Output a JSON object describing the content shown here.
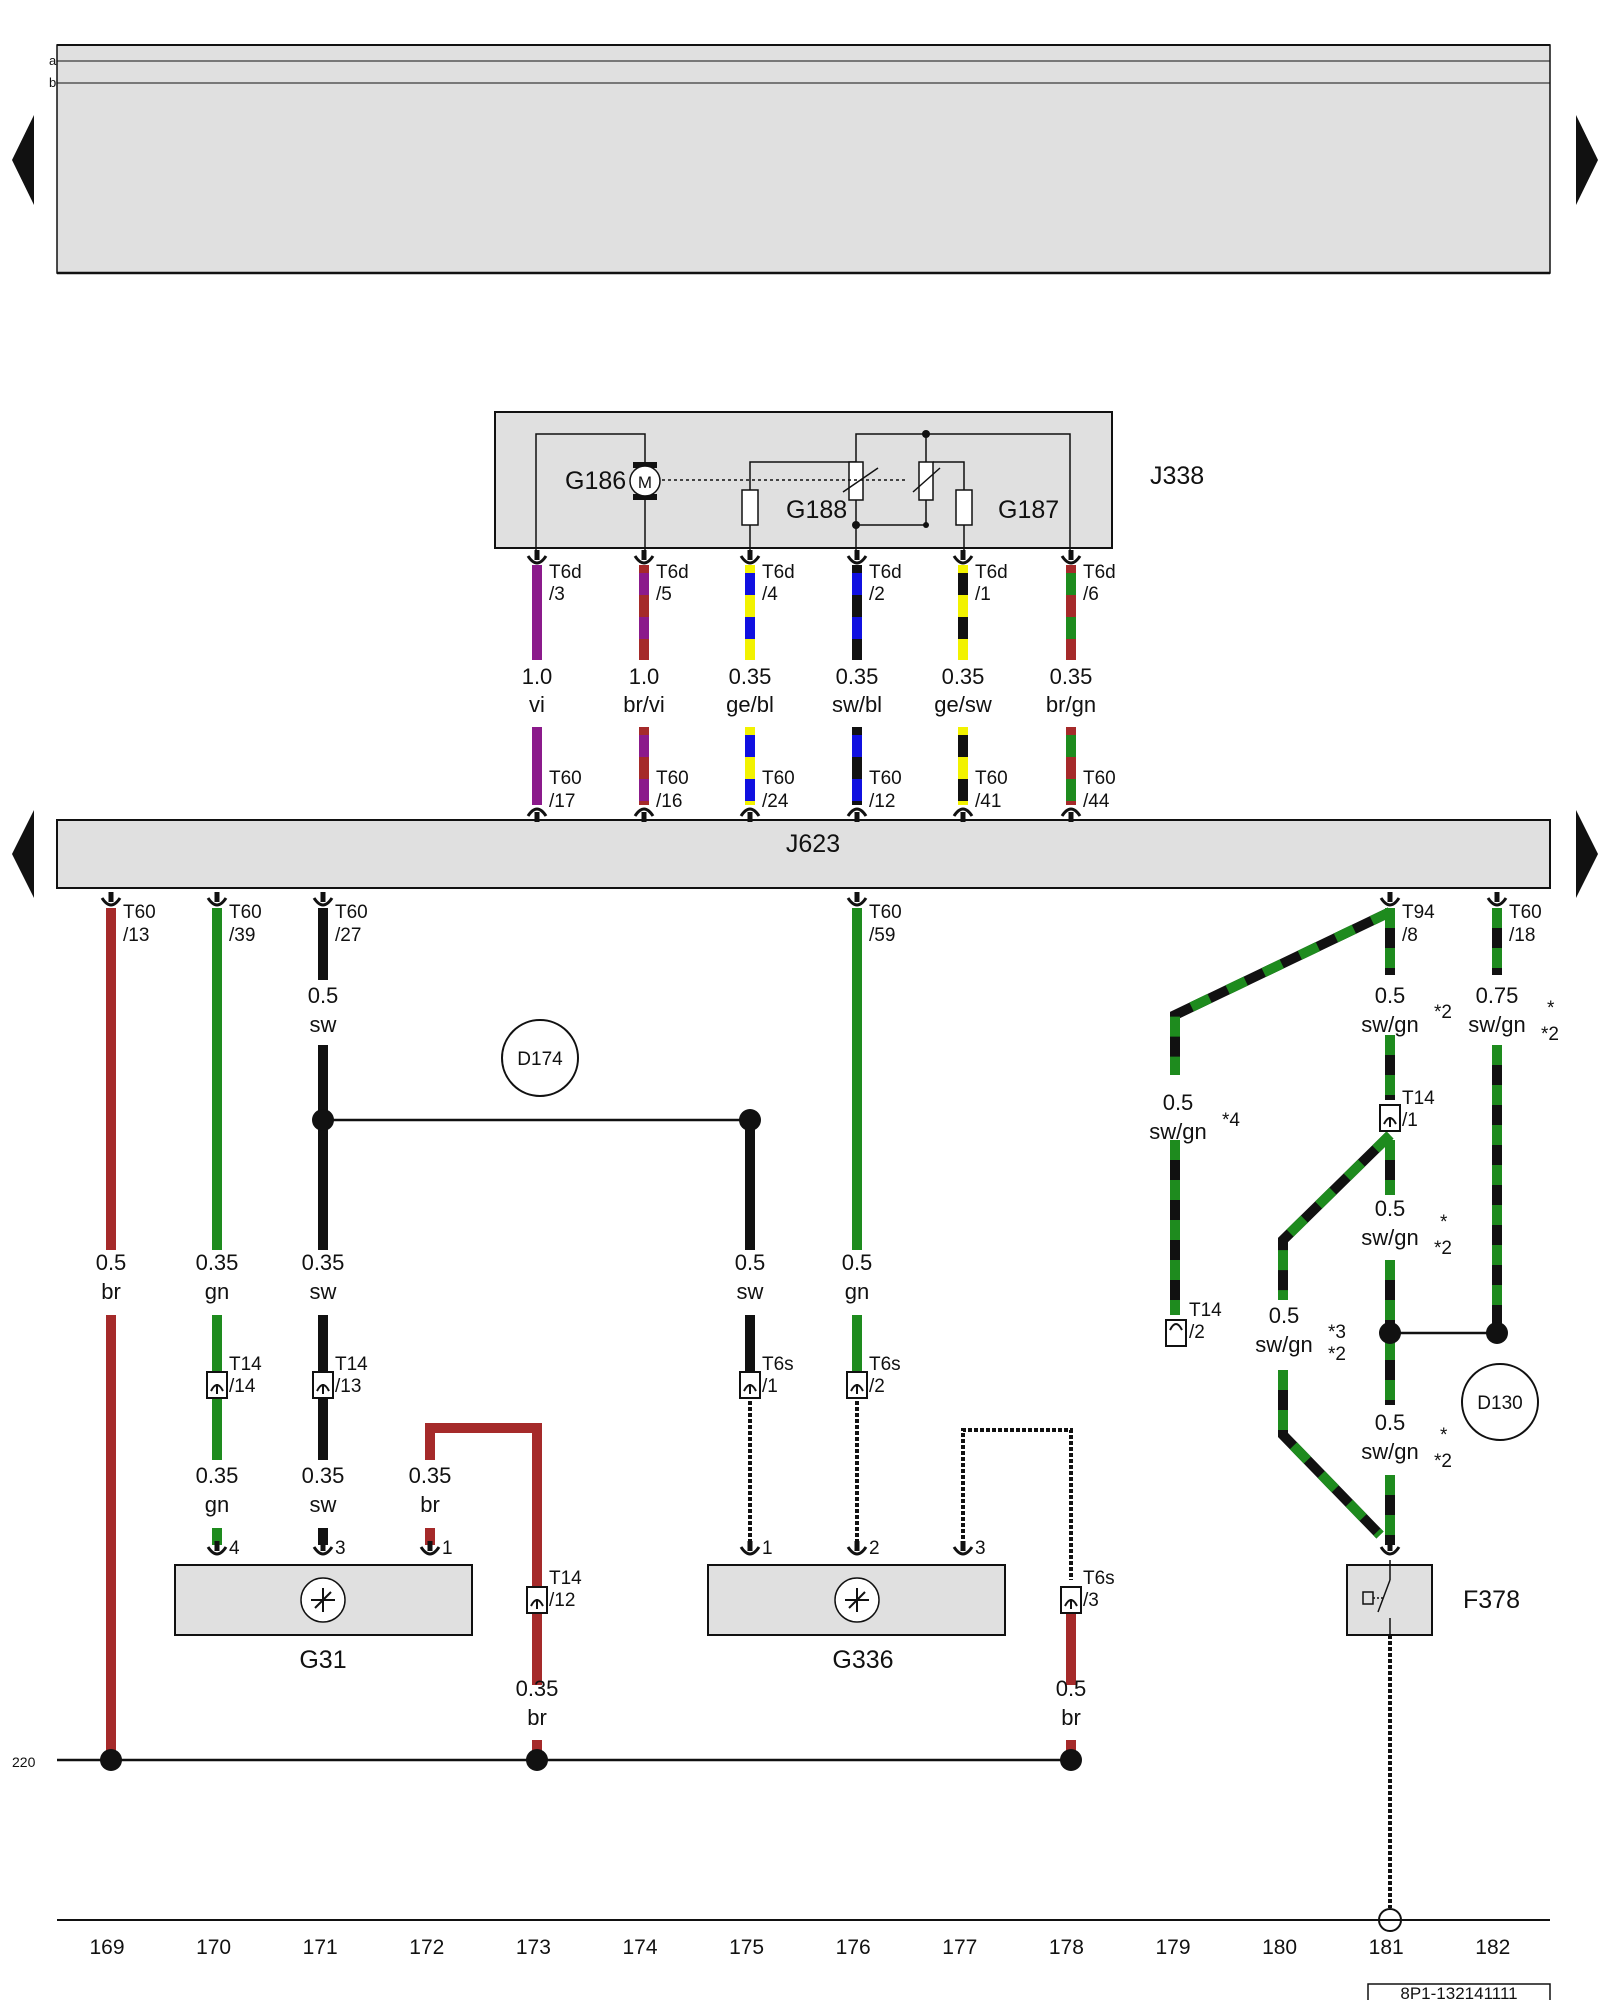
{
  "title_bar": {
    "line_a": "a",
    "line_b": "b"
  },
  "components": {
    "J338": "J338",
    "G186": "G186",
    "G188": "G188",
    "G187": "G187",
    "motor": "M",
    "J623": "J623",
    "G31": "G31",
    "G336": "G336",
    "F378": "F378"
  },
  "circles": {
    "D174": "D174",
    "D130": "D130"
  },
  "top_wires": [
    {
      "pin_a": "T6d",
      "pin_b": "/3",
      "gauge": "1.0",
      "color": "vi",
      "t_a": "T60",
      "t_b": "/17"
    },
    {
      "pin_a": "T6d",
      "pin_b": "/5",
      "gauge": "1.0",
      "color": "br/vi",
      "t_a": "T60",
      "t_b": "/16"
    },
    {
      "pin_a": "T6d",
      "pin_b": "/4",
      "gauge": "0.35",
      "color": "ge/bl",
      "t_a": "T60",
      "t_b": "/24"
    },
    {
      "pin_a": "T6d",
      "pin_b": "/2",
      "gauge": "0.35",
      "color": "sw/bl",
      "t_a": "T60",
      "t_b": "/12"
    },
    {
      "pin_a": "T6d",
      "pin_b": "/1",
      "gauge": "0.35",
      "color": "ge/sw",
      "t_a": "T60",
      "t_b": "/41"
    },
    {
      "pin_a": "T6d",
      "pin_b": "/6",
      "gauge": "0.35",
      "color": "br/gn",
      "t_a": "T60",
      "t_b": "/44"
    }
  ],
  "bottom_pins": {
    "p13": {
      "a": "T60",
      "b": "/13"
    },
    "p39": {
      "a": "T60",
      "b": "/39"
    },
    "p27": {
      "a": "T60",
      "b": "/27"
    },
    "p59": {
      "a": "T60",
      "b": "/59"
    },
    "p94": {
      "a": "T94",
      "b": "/8"
    },
    "p18": {
      "a": "T60",
      "b": "/18"
    }
  },
  "connectors": {
    "c14_14": {
      "a": "T14",
      "b": "/14"
    },
    "c14_13": {
      "a": "T14",
      "b": "/13"
    },
    "c14_12": {
      "a": "T14",
      "b": "/12"
    },
    "c6s_1": {
      "a": "T6s",
      "b": "/1"
    },
    "c6s_2": {
      "a": "T6s",
      "b": "/2"
    },
    "c6s_3": {
      "a": "T6s",
      "b": "/3"
    },
    "c14_1": {
      "a": "T14",
      "b": "/1"
    },
    "c14_2": {
      "a": "T14",
      "b": "/2"
    }
  },
  "wire_labels": {
    "w169": {
      "gauge": "0.5",
      "color": "br"
    },
    "w170": {
      "gauge": "0.35",
      "color": "gn"
    },
    "w170b": {
      "gauge": "0.35",
      "color": "gn"
    },
    "w171a": {
      "gauge": "0.5",
      "color": "sw"
    },
    "w171b": {
      "gauge": "0.35",
      "color": "sw"
    },
    "w171c": {
      "gauge": "0.35",
      "color": "sw"
    },
    "w172": {
      "gauge": "0.35",
      "color": "br"
    },
    "w173": {
      "gauge": "0.35",
      "color": "br"
    },
    "w175": {
      "gauge": "0.5",
      "color": "sw"
    },
    "w176": {
      "gauge": "0.5",
      "color": "gn"
    },
    "w178": {
      "gauge": "0.5",
      "color": "br"
    },
    "w179": {
      "gauge": "0.5",
      "color": "sw/gn",
      "note": "*4"
    },
    "w180": {
      "gauge": "0.5",
      "color": "sw/gn",
      "note1": "*3",
      "note2": "*2"
    },
    "w181a": {
      "gauge": "0.5",
      "color": "sw/gn",
      "note": "*2"
    },
    "w181b": {
      "gauge": "0.5",
      "color": "sw/gn",
      "note1": "*",
      "note2": "*2"
    },
    "w181c": {
      "gauge": "0.5",
      "color": "sw/gn",
      "note1": "*",
      "note2": "*2"
    },
    "w182": {
      "gauge": "0.75",
      "color": "sw/gn",
      "note1": "*",
      "note2": "*2"
    }
  },
  "comp_pins": {
    "g31_4": "4",
    "g31_3": "3",
    "g31_1": "1",
    "g336_1": "1",
    "g336_2": "2",
    "g336_3": "3"
  },
  "ground_ref": "220",
  "columns": [
    "169",
    "170",
    "171",
    "172",
    "173",
    "174",
    "175",
    "176",
    "177",
    "178",
    "179",
    "180",
    "181",
    "182"
  ],
  "footer_code": "8P1-132141111",
  "colors": {
    "vi": "#8B1A8B",
    "br": "#A52A2A",
    "gn": "#1E8B1E",
    "sw": "#111111",
    "ge": "#F2F200",
    "bl": "#1010E0",
    "panel": "#E0E0E0"
  }
}
